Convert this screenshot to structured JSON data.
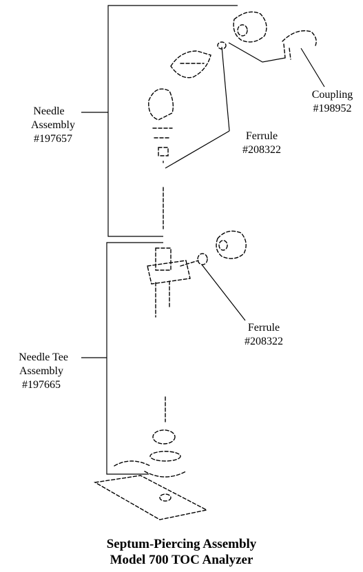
{
  "labels": {
    "needle_assembly": {
      "name": "Needle",
      "line2": "Assembly",
      "part": "#197657"
    },
    "ferrule_top": {
      "name": "Ferrule",
      "part": "#208322"
    },
    "coupling": {
      "name": "Coupling",
      "part": "#198952"
    },
    "needle_tee": {
      "name": "Needle Tee",
      "line2": "Assembly",
      "part": "#197665"
    },
    "ferrule_bottom": {
      "name": "Ferrule",
      "part": "#208322"
    }
  },
  "caption": {
    "line1": "Septum-Piercing Assembly",
    "line2": "Model 700 TOC Analyzer"
  }
}
